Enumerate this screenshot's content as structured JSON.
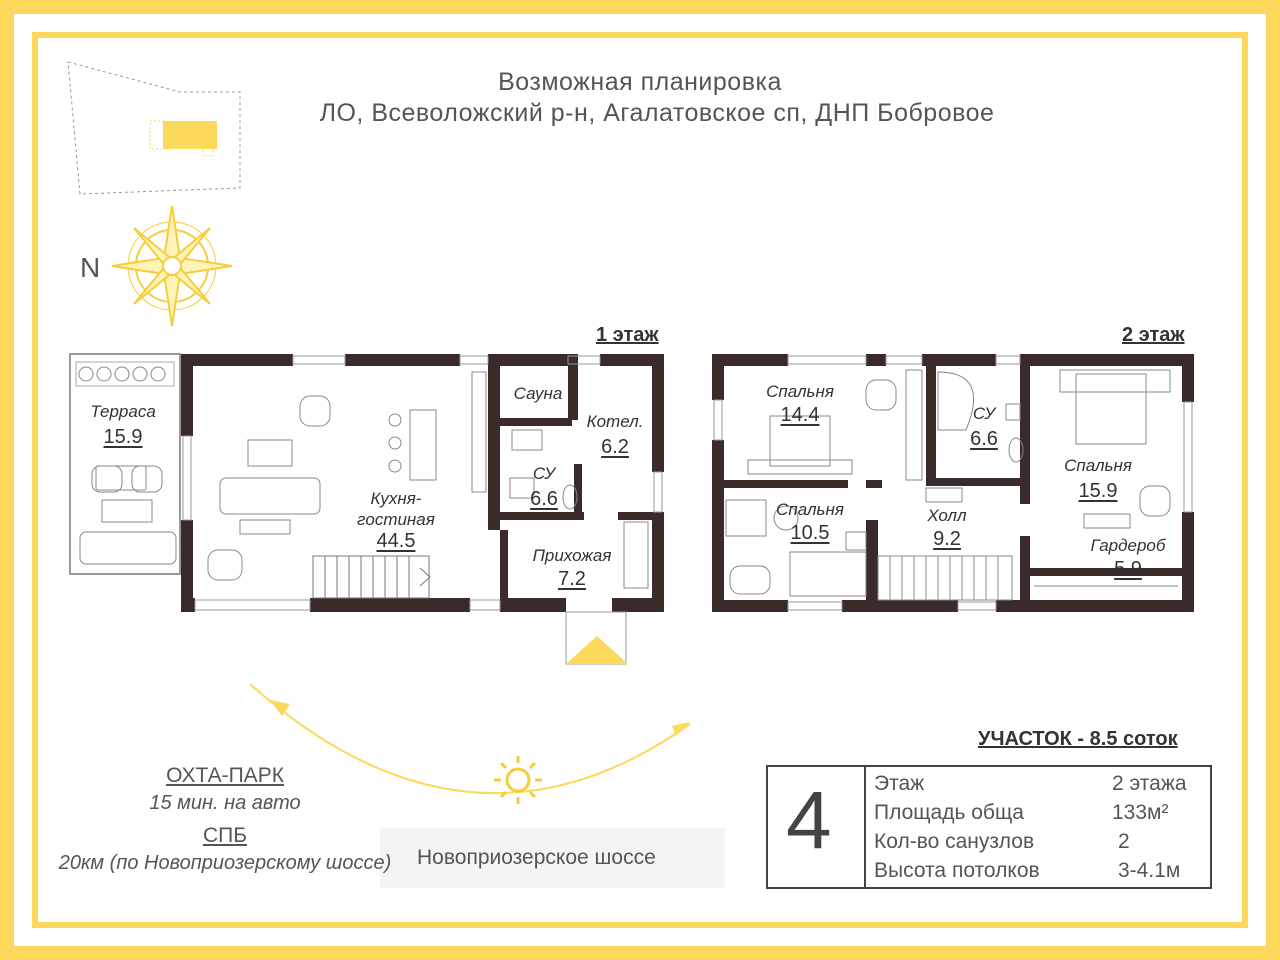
{
  "title": {
    "line1": "Возможная планировка",
    "line2": "ЛО, Всеволожский р-н, Агалатовское сп, ДНП Бобровое"
  },
  "compass": {
    "north_label": "N"
  },
  "floor1": {
    "label": "1 этаж",
    "rooms": [
      {
        "name": "Терраса",
        "area": "15.9"
      },
      {
        "name": "Кухня-\nгостиная",
        "area": "44.5"
      },
      {
        "name": "Сауна",
        "area": ""
      },
      {
        "name": "Котел.",
        "area": "6.2"
      },
      {
        "name": "СУ",
        "area": "6.6"
      },
      {
        "name": "Прихожая",
        "area": "7.2"
      }
    ]
  },
  "floor2": {
    "label": "2 этаж",
    "rooms": [
      {
        "name": "Спальня",
        "area": "14.4"
      },
      {
        "name": "СУ",
        "area": "6.6"
      },
      {
        "name": "Спальня",
        "area": "15.9"
      },
      {
        "name": "Спальня",
        "area": "10.5"
      },
      {
        "name": "Холл",
        "area": "9.2"
      },
      {
        "name": "Гардероб",
        "area": "5.9"
      }
    ]
  },
  "plot": {
    "label": "УЧАСТОК - 8.5 соток"
  },
  "info_table": {
    "house_number": "4",
    "rows": [
      {
        "label": "Этаж",
        "value": "2 этажа"
      },
      {
        "label": "Площадь обща",
        "value": "133м²"
      },
      {
        "label": "Кол-во санузлов",
        "value": "2"
      },
      {
        "label": "Высота потолков",
        "value": "3-4.1м"
      }
    ]
  },
  "destinations": [
    {
      "name": "ОХТА-ПАРК",
      "detail": "15 мин. на авто"
    },
    {
      "name": "СПБ",
      "detail": "20км (по Новоприозерскому шоссе)"
    }
  ],
  "road": {
    "label": "Новоприозерское шоссе"
  },
  "colors": {
    "accent": "#fcd95a",
    "wall": "#3a2a2a",
    "text": "#444444"
  }
}
